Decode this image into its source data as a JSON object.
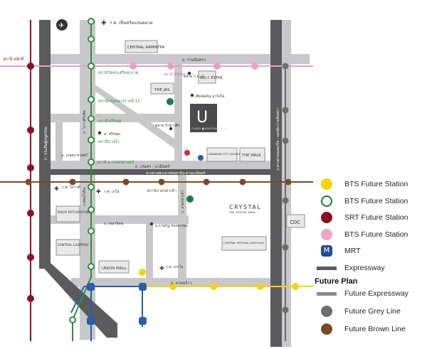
{
  "places": {
    "hospital_ramintra": "ร.พ. เซ็นทรัลแหนดอวล",
    "central_ramintra": "CENTRAL RAMINTRA",
    "road_ramintra": "ถ. รามอินทรา",
    "srt_laksi": "สถานี หลักสี่",
    "bts_wat_phra_sri": "สถานีวัดพระศรีมหาธาตุ",
    "bts_lat_pla_khao": "สถานี ลาดปลาเค้า",
    "market_km2": "ตลาด ก.ม. 2",
    "big_c": "BIG C EXTRA",
    "the_jas": "THE JAS",
    "fashion_market": "เฟิมฟสลิน มาร์เก็ต",
    "bts_11th_infantry": "สถานีกรมทหารราบที่ 11",
    "road_vibhavadi": "ถ. วิภาวดีรังสิต",
    "bts_sripatum": "สถานี ศรีปทุม",
    "sripatum_univ": "ม. ศรีปทุม",
    "market_bua_khao": "ตลาด บัวขาวศิร",
    "bts_bang_bua": "สถานีบางบัว",
    "u_letter": "U",
    "u_caption": "CONDO ● KASET-NAWAMIN",
    "kaset_univ": "ม. เกษตร ศาสตร์",
    "bts_kaset": "สถานี ม.เกษตรศาสตร์",
    "nawamin_city": "NAWAMIN CITY AVENUE",
    "the_walk": "THE WALK",
    "road_kaset_nawamin": "ถ. เกษตร - นวมินทร์",
    "expressway_label": "ทางด่วนพระยาพหลยาธิน-ทางนวมินทร์",
    "hospital_vibhavadi": "ร.พ. วิภาวดี",
    "hospital_paolo": "ร.พ. เปโล",
    "srt_lat_pla_khao": "สถานีลาดปลาเค้า",
    "road_phahonyothin": "ถ. พหลโยธิน",
    "major": "MAJOR RATCHAYOTHIN",
    "crystal": "CRYSTAL",
    "crystal_sub": "THE CRYSTAL PARK",
    "cdc": "CDC",
    "road_sena": "ถ. เสนานิคม",
    "rajabhat": "ม.ราชภัฏ จันทรเกษม",
    "road_lat_pla_khao": "ถ. ลาดปลาเค้า",
    "central_ladprao": "CENTRAL LADPRAO",
    "union_mall": "UNION MALL",
    "central_festival": "CENTRAL FESTIVAL EASTVILLE",
    "hospital_paolo2": "ร.พ. เปาโล",
    "road_ladprao": "ถ. ลาดพร้าว",
    "road_pradit": "ถ. ประดิษฐ์มนูธรรม",
    "road_ram_in": "ถ.ทางด่วนฉลองรัช - เอกมัย-รามอินทรา",
    "road_ladpla_side": "ถ.พหลโยธิน"
  },
  "legend": {
    "title": "Future Plan",
    "items": [
      {
        "key": "bts-yellow",
        "label": "BTS Future Station",
        "color": "#f6d10f",
        "kind": "dot"
      },
      {
        "key": "bts-green",
        "label": "BTS Future Station",
        "color": "#1e7d3c",
        "kind": "green"
      },
      {
        "key": "srt-red",
        "label": "SRT Future Station",
        "color": "#8a1020",
        "kind": "dot"
      },
      {
        "key": "bts-pink",
        "label": "BTS Future Station",
        "color": "#e8a6c7",
        "kind": "dot"
      },
      {
        "key": "mrt",
        "label": "MRT",
        "color": "#1f4f8f",
        "kind": "mrt"
      },
      {
        "key": "expressway",
        "label": "Expressway",
        "color": "#5a5a5a",
        "kind": "bar"
      }
    ],
    "future": [
      {
        "key": "future-expressway",
        "label": "Future Expressway",
        "color": "#8a8a8a",
        "kind": "bar"
      },
      {
        "key": "future-grey",
        "label": "Future Grey Line",
        "color": "#6e6e6e",
        "kind": "dot"
      },
      {
        "key": "future-brown",
        "label": "Future Brown Line",
        "color": "#7a4a22",
        "kind": "dot"
      }
    ]
  },
  "colors": {
    "road": "#c9c9cb",
    "expressway": "#5b5b5d",
    "green_line": "#2f8f3f",
    "red_line": "#8a1424",
    "pink_line": "#e6a3c6",
    "yellow_line": "#f2d21a",
    "brown_line": "#7b4b26",
    "grey_line": "#6d6d6d",
    "mrt": "#2a5ea6"
  }
}
